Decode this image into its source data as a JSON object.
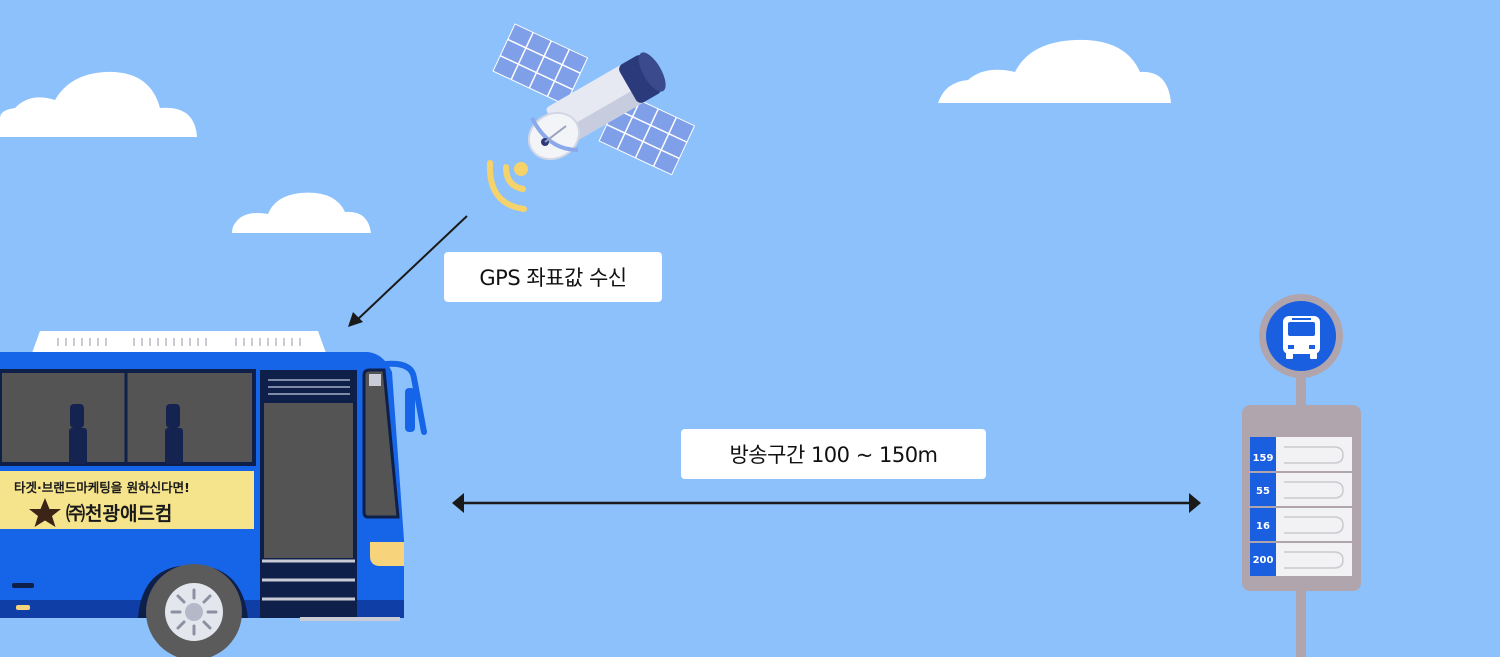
{
  "labels": {
    "gps": "GPS 좌표값 수신",
    "range": "방송구간 100 ~ 150m"
  },
  "bus_ad": {
    "line1": "타겟·브랜드마케팅을 원하신다면!",
    "line2": "㈜천광애드컴"
  },
  "bus_stop": {
    "routes": [
      "159",
      "55",
      "16",
      "200"
    ]
  },
  "colors": {
    "sky": "#8cc1fb",
    "bus_blue": "#1665e8",
    "signal_yellow": "#f5d36a",
    "ad_yellow": "#f6e48c",
    "stop_blue": "#1a5fe0"
  }
}
